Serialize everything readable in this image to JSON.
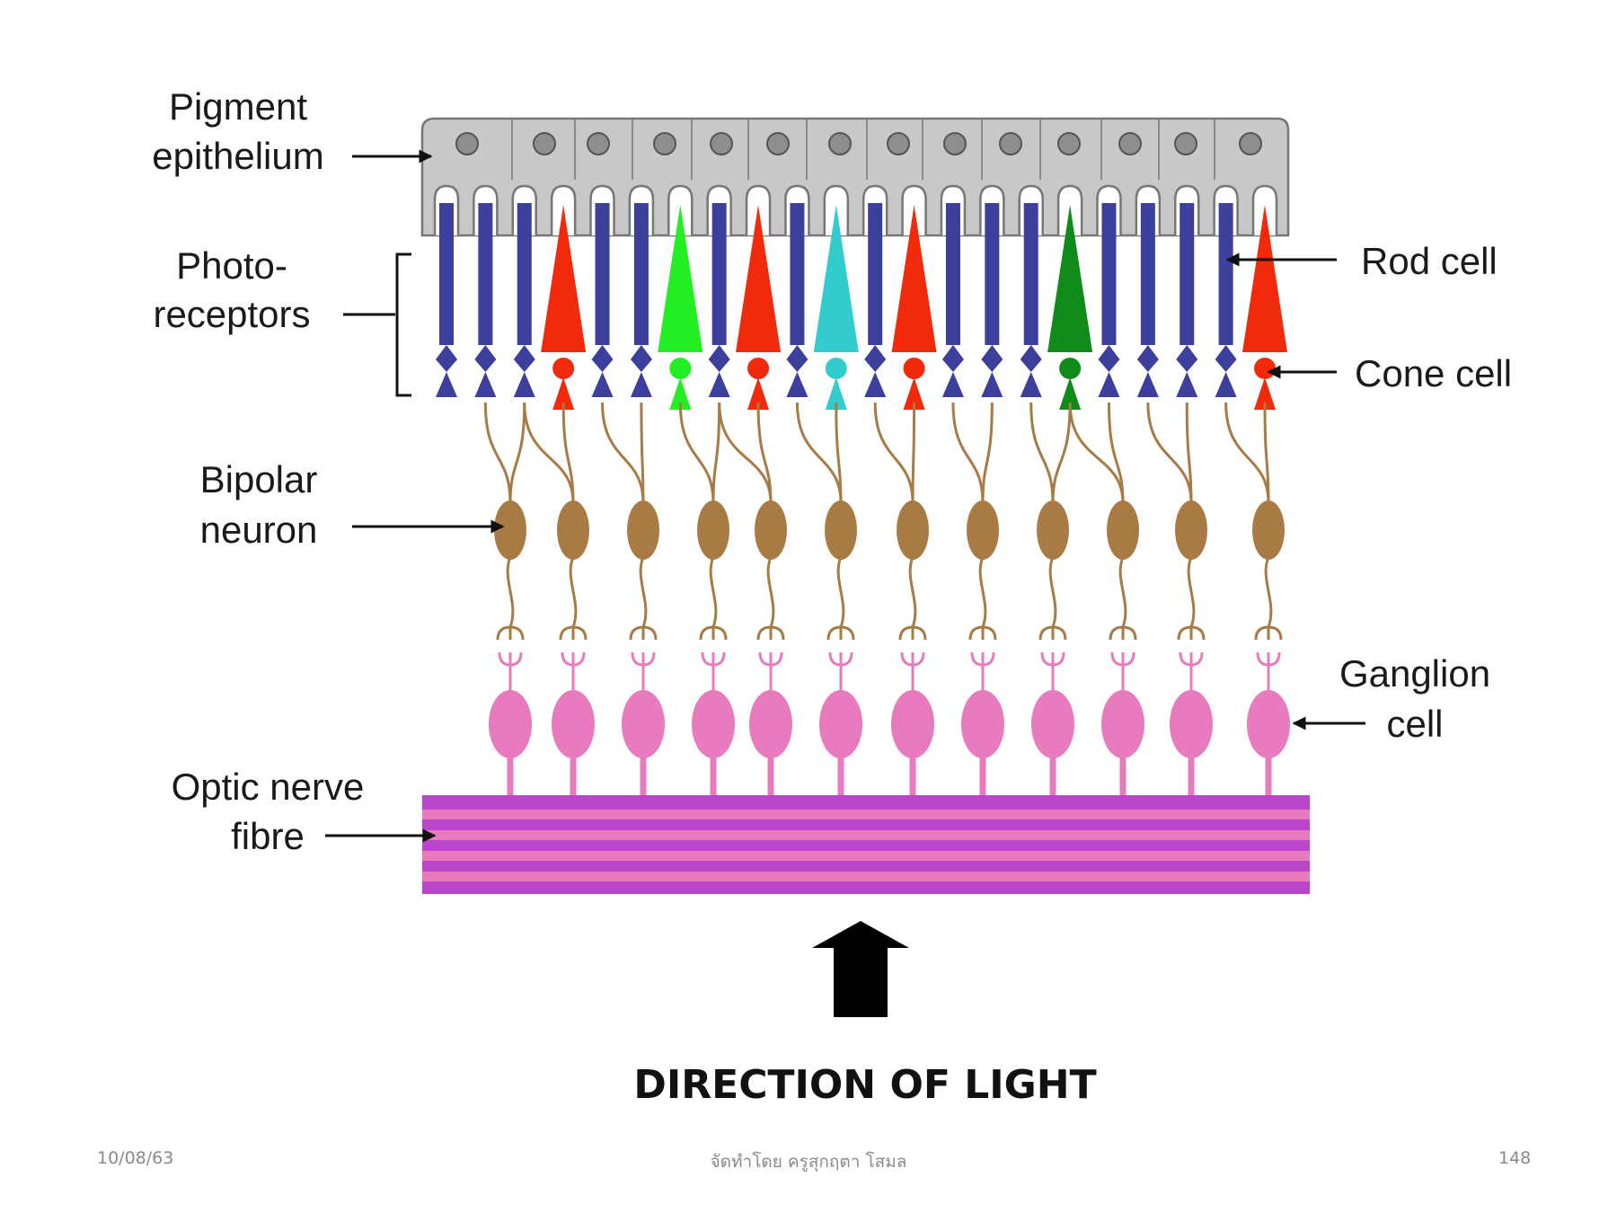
{
  "labels": {
    "pigment_line1": "Pigment",
    "pigment_line2": "epithelium",
    "photo_line1": "Photo-",
    "photo_line2": "receptors",
    "bipolar_line1": "Bipolar",
    "bipolar_line2": "neuron",
    "optic_line1": "Optic nerve",
    "optic_line2": "fibre",
    "rod": "Rod cell",
    "cone": "Cone cell",
    "ganglion_line1": "Ganglion",
    "ganglion_line2": "cell",
    "direction": "DIRECTION OF LIGHT"
  },
  "footer": {
    "date": "10/08/63",
    "author": "จัดทำโดย ครูสุกฤตา  โสมล",
    "page": "148"
  },
  "colors": {
    "rod": "#3d3f9c",
    "cone_red": "#f02a0a",
    "cone_green": "#22ee22",
    "cone_cyan": "#33cccc",
    "cone_dark_green": "#108a18",
    "bipolar": "#a87a44",
    "ganglion": "#e77bbd",
    "optic_band": "#bb44cc",
    "optic_stripe": "#e77bbd",
    "pigment": "#c8c8c8"
  },
  "photoreceptors": [
    "rod",
    "rod",
    "rod",
    "cone-red",
    "rod",
    "rod",
    "cone-green",
    "rod",
    "cone-red",
    "rod",
    "cone-cyan",
    "rod",
    "cone-red",
    "rod",
    "rod",
    "rod",
    "cone-dark-green",
    "rod",
    "rod",
    "rod",
    "rod",
    "cone-red"
  ]
}
